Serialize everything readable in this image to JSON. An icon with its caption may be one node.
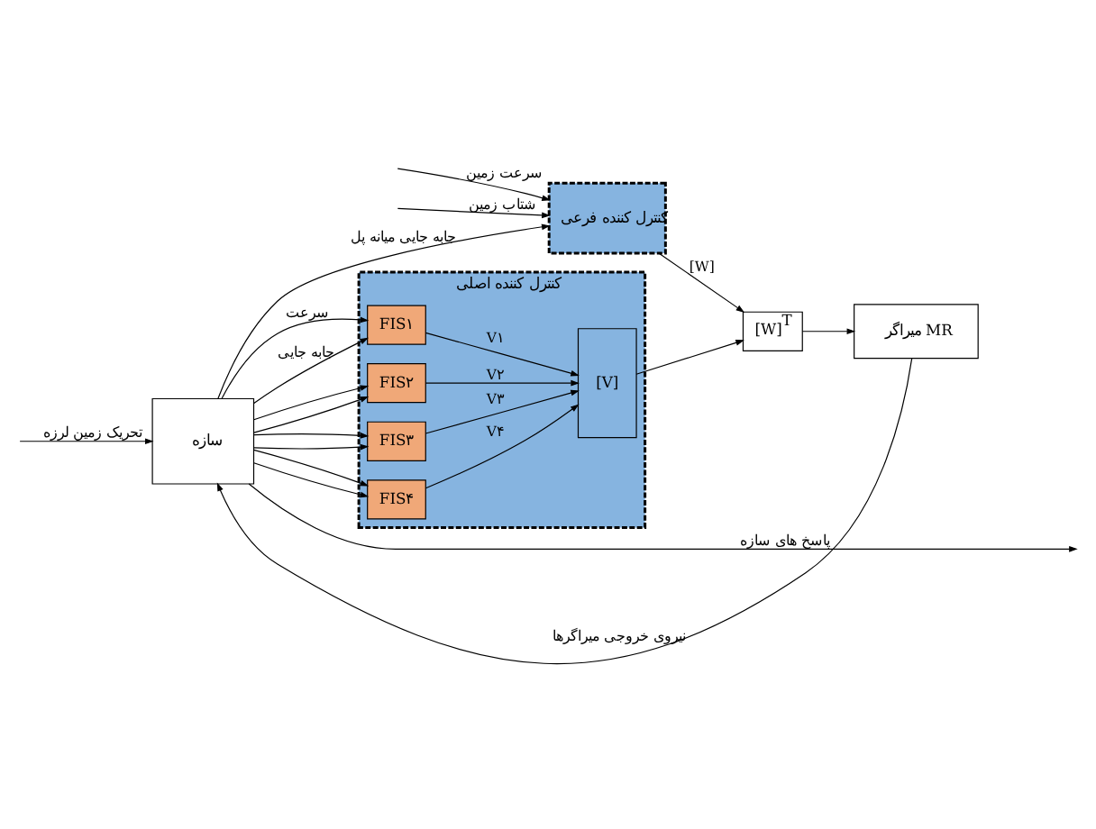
{
  "diagram": {
    "nodes": [
      {
        "text": [
          "سازه"
        ]
      },
      {
        "text": [
          "کنترل کننده اصلی"
        ]
      },
      {
        "text": [
          "FIS۱"
        ],
        "in": 1
      },
      {
        "text": [
          "FIS۲"
        ],
        "in": 1
      },
      {
        "text": [
          "FIS۳"
        ],
        "in": 1
      },
      {
        "text": [
          "FIS۴"
        ],
        "in": 1
      },
      {
        "text": [
          "[V]"
        ],
        "in": 1
      },
      {
        "text": [
          "[W]$^{T}$"
        ]
      },
      {
        "text": [
          "میراگر MR"
        ]
      },
      {
        "text": [
          "کنترل کننده فرعی"
        ]
      }
    ],
    "edges": [
      {
        "from": 0,
        "to": null,
        "arrow": "to",
        "label": "پاسخ های سازه"
      },
      {
        "from": null,
        "to": 0,
        "arrow": "to",
        "label": "تحریک زمین لرزه"
      },
      {
        "from": 8,
        "to": 0,
        "arrow": "to",
        "label": "نیروی خروجی میراگرها"
      },
      {
        "from": 0,
        "to": 2,
        "arrow": "to",
        "label": "سرعت"
      },
      {
        "from": 0,
        "to": 3,
        "arrow": "to"
      },
      {
        "from": 0,
        "to": 4,
        "arrow": "to"
      },
      {
        "from": 0,
        "to": 5,
        "arrow": "to"
      },
      {
        "from": 0,
        "to": 2,
        "arrow": "to",
        "label": "جابه جایی"
      },
      {
        "from": 0,
        "to": 3,
        "arrow": "to"
      },
      {
        "from": 0,
        "to": 4,
        "arrow": "to"
      },
      {
        "from": 0,
        "to": 5,
        "arrow": "to"
      },
      {
        "from": 2,
        "to": 6,
        "arrow": "to",
        "label": "V۱"
      },
      {
        "from": 3,
        "to": 6,
        "arrow": "to",
        "label": "V۲"
      },
      {
        "from": 4,
        "to": 6,
        "arrow": "to",
        "label": "V۳"
      },
      {
        "from": 5,
        "to": 6,
        "arrow": "to",
        "label": "V۴"
      },
      {
        "from": 6,
        "to": 7,
        "arrow": "to"
      },
      {
        "from": 7,
        "to": 8,
        "arrow": "to"
      },
      {
        "from": 9,
        "to": 7,
        "arrow": "to",
        "label": "[W]"
      },
      {
        "from": null,
        "to": 9,
        "arrow": "to",
        "label": "سرعت زمین"
      },
      {
        "from": null,
        "to": 9,
        "arrow": "to",
        "label": "شتاب زمین"
      },
      {
        "from": 0,
        "to": 9,
        "arrow": "to",
        "label": "جابه جایی میانه پل"
      }
    ]
  }
}
